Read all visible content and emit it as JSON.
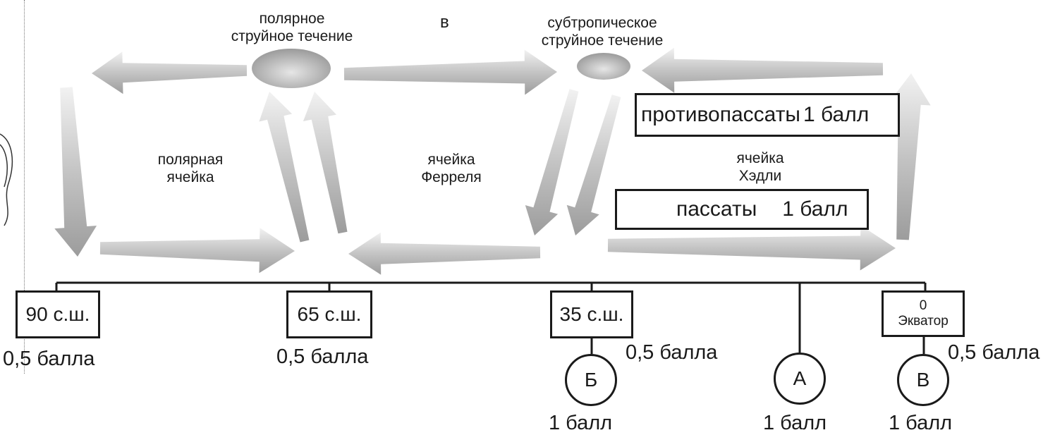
{
  "header_letter": "в",
  "jets": {
    "polar": {
      "line1": "полярное",
      "line2": "струйное течение"
    },
    "subtropical": {
      "line1": "субтропическое",
      "line2": "струйное течение"
    }
  },
  "cells": {
    "polar": {
      "line1": "полярная",
      "line2": "ячейка"
    },
    "ferrel": {
      "line1": "ячейка",
      "line2": "Ферреля"
    },
    "hadley": {
      "line1": "ячейка",
      "line2": "Хэдли"
    }
  },
  "winds": {
    "antitrades": {
      "name": "противопассаты",
      "score": "1 балл"
    },
    "trades": {
      "name": "пассаты",
      "score": "1 балл"
    }
  },
  "latitudes": [
    {
      "label": "90 с.ш.",
      "score": "0,5 балла"
    },
    {
      "label": "65 с.ш.",
      "score": "0,5 балла"
    },
    {
      "label": "35 с.ш.",
      "score": "0,5 балла"
    },
    {
      "line1": "0",
      "line2": "Экватор",
      "score": "0,5 балла"
    }
  ],
  "answers": [
    {
      "letter": "Б",
      "score": "1 балл"
    },
    {
      "letter": "А",
      "score": "1 балл"
    },
    {
      "letter": "В",
      "score": "1 балл"
    }
  ],
  "colors": {
    "arrow_light": "#f0f0f0",
    "arrow_dark": "#a6a6a6",
    "line": "#1a1a1a"
  }
}
